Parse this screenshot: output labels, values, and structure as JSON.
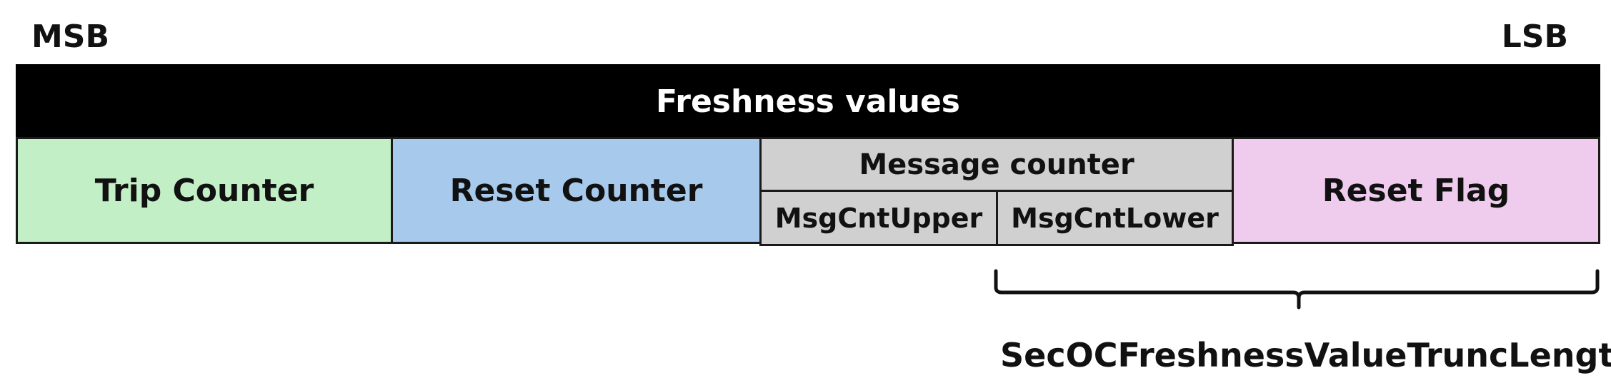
{
  "diagram": {
    "msb_label": "MSB",
    "lsb_label": "LSB",
    "header": "Freshness values",
    "fields": {
      "trip_counter": "Trip Counter",
      "reset_counter": "Reset Counter",
      "message_counter": "Message counter",
      "msg_cnt_upper": "MsgCntUpper",
      "msg_cnt_lower": "MsgCntLower",
      "reset_flag": "Reset Flag"
    },
    "brace_label": "SecOCFreshnessValueTruncLength",
    "colors": {
      "trip_counter": "#c3efc6",
      "reset_counter": "#a6c9ec",
      "message_counter": "#d0d0d0",
      "reset_flag": "#efcced",
      "header": "#000000"
    }
  }
}
